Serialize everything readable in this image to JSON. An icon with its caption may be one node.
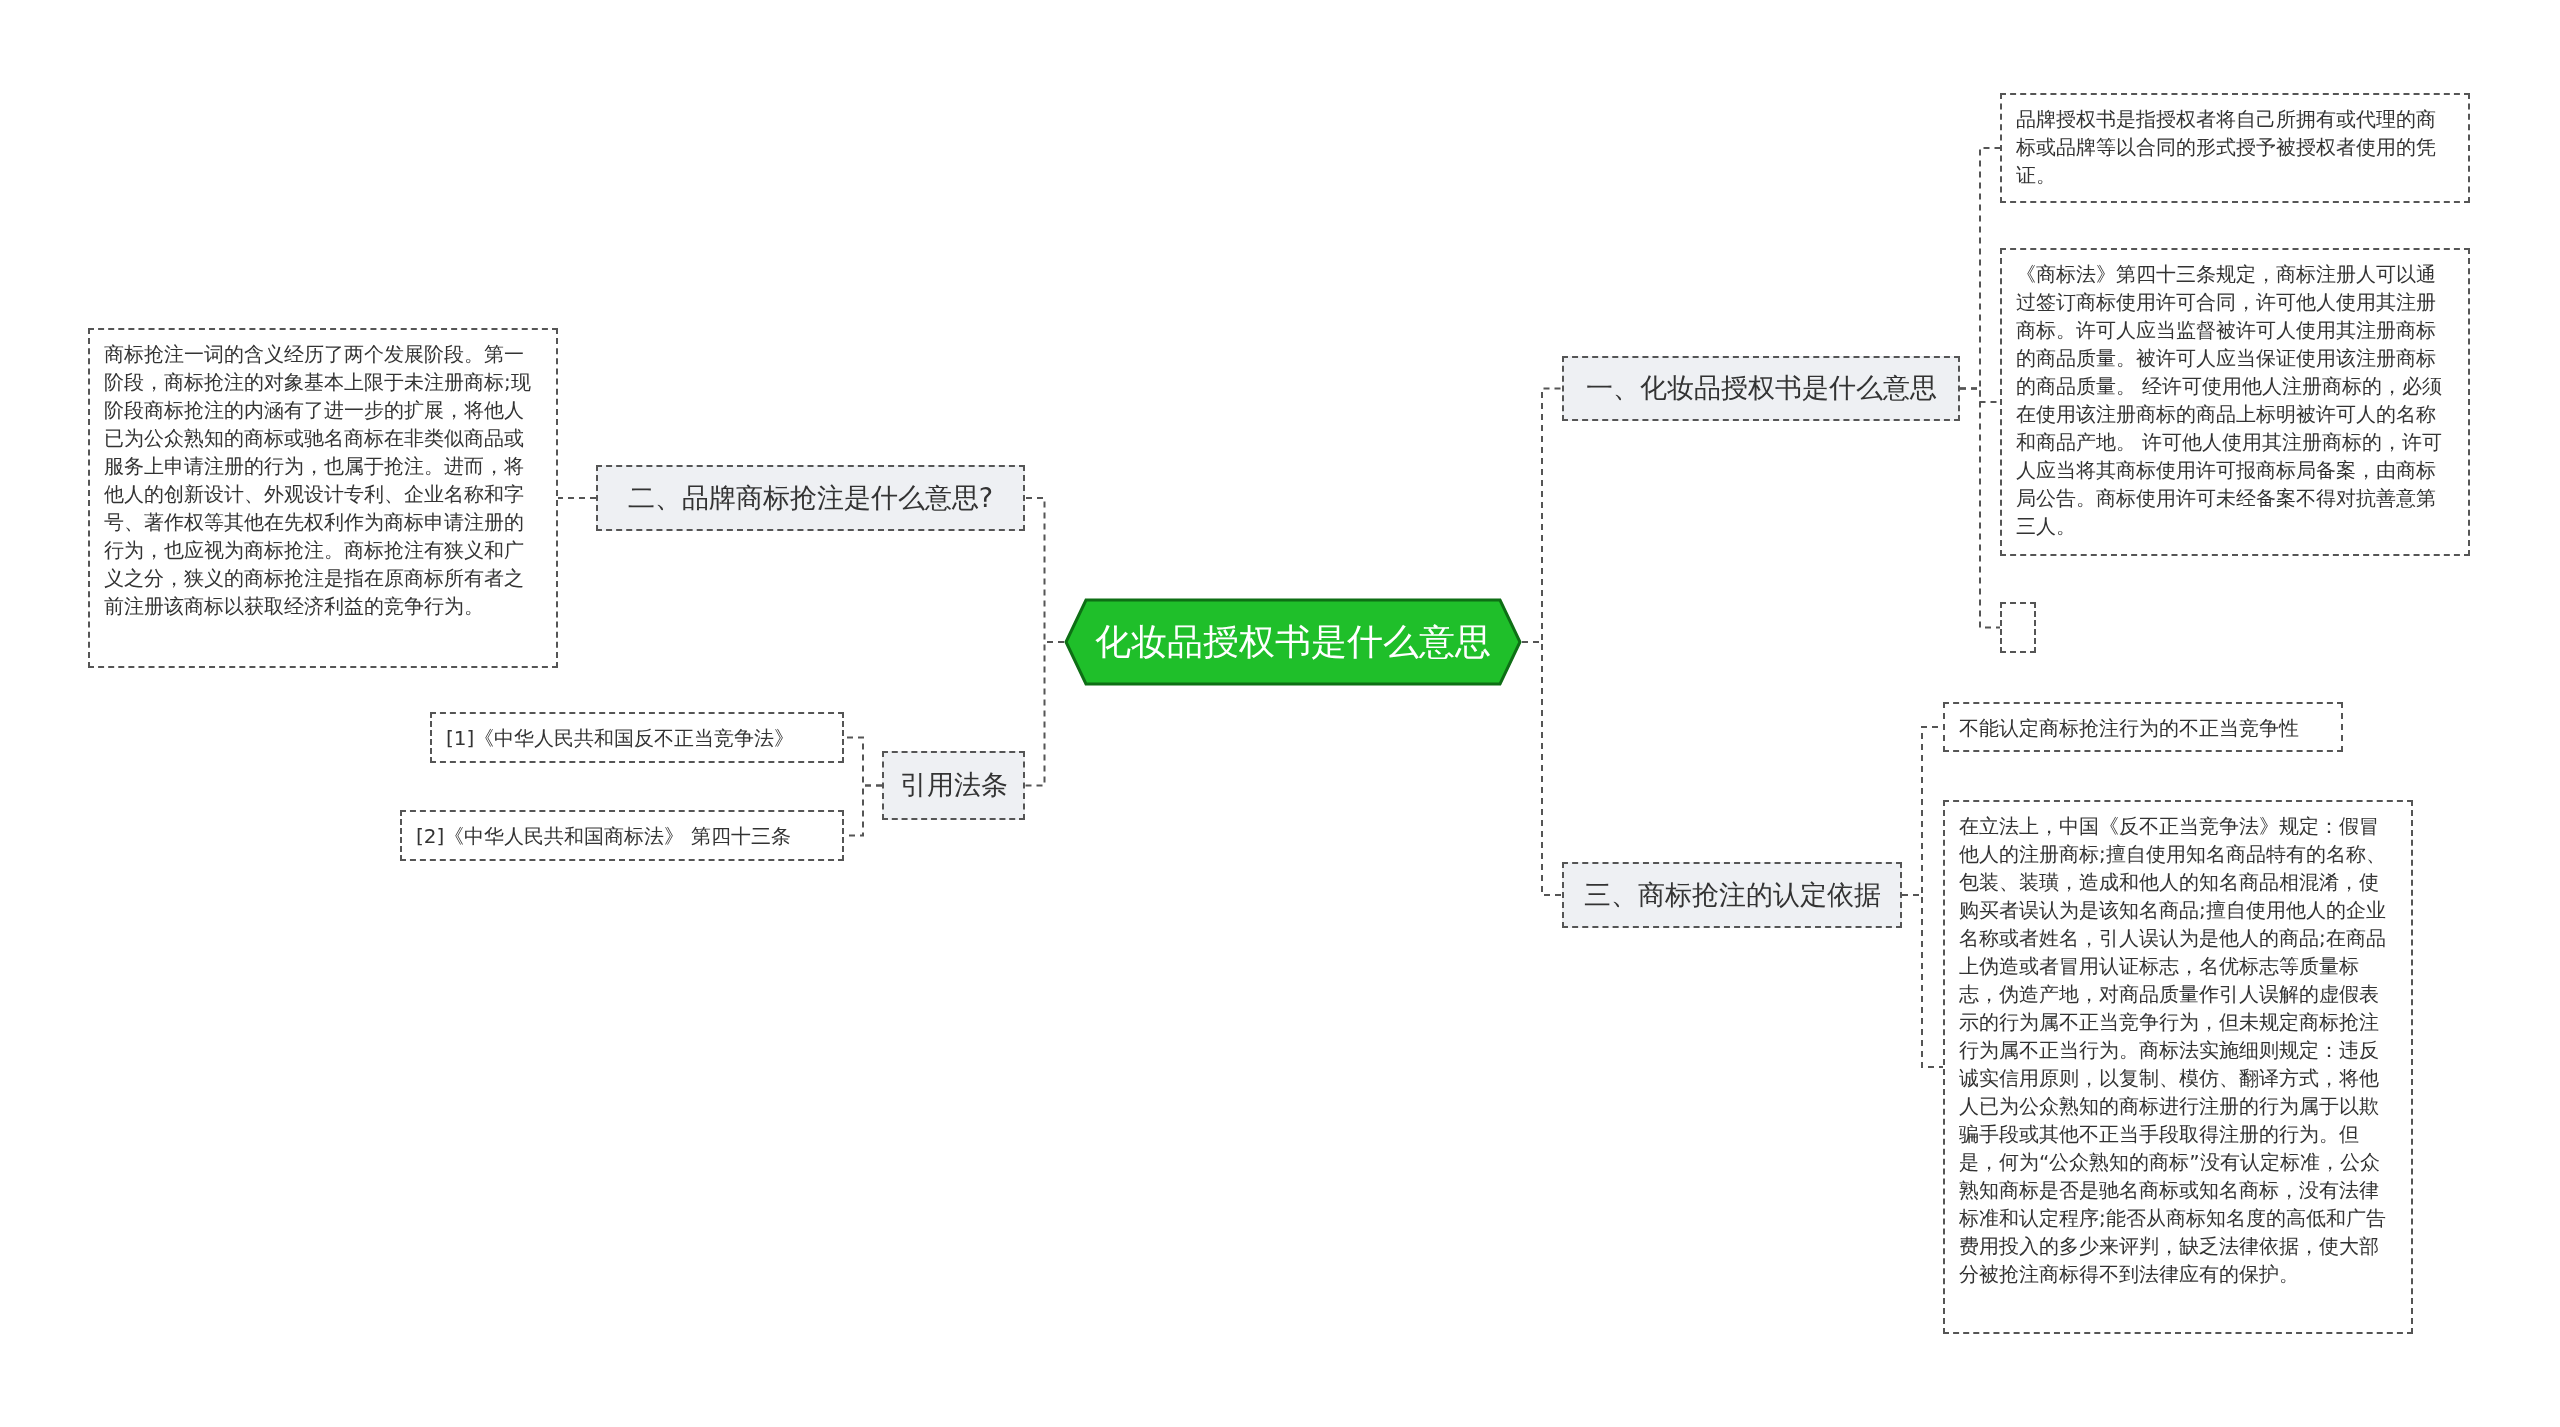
{
  "diagram": {
    "nodes": [
      {
        "text": [
          "化妆品授权书是什么意思"
        ]
      },
      {
        "text": [
          "二、品牌商标抢注是什么意思?"
        ]
      },
      {
        "text": [
          "商标抢注一词的含义经历了两个发展阶段。第一阶段，商标抢注的对象基本上限于未注册商标;现阶段商标抢注的内涵有了进一步的扩展，将他人已为公众熟知的商标或驰名商标在非类似商品或服务上申请注册的行为，也属于抢注。进而，将他人的创新设计、外观设计专利、企业名称和字号、著作权等其他在先权利作为商标申请注册的行为，也应视为商标抢注。商标抢注有狭义和广义之分，狭义的商标抢注是指在原商标所有者之前注册该商标以获取经济利益的竞争行为。"
        ]
      },
      {
        "text": [
          "引用法条"
        ]
      },
      {
        "text": [
          "[1]《中华人民共和国反不正当竞争法》"
        ]
      },
      {
        "text": [
          "[2]《中华人民共和国商标法》 第四十三条"
        ]
      },
      {
        "text": [
          "一、化妆品授权书是什么意思"
        ]
      },
      {
        "text": [
          "品牌授权书是指授权者将自己所拥有或代理的商标或品牌等以合同的形式授予被授权者使用的凭证。"
        ]
      },
      {
        "text": [
          "《商标法》第四十三条规定，商标注册人可以通过签订商标使用许可合同，许可他人使用其注册商标。许可人应当监督被许可人使用其注册商标的商品质量。被许可人应当保证使用该注册商标的商品质量。 经许可使用他人注册商标的，必须在使用该注册商标的商品上标明被许可人的名称和商品产地。 许可他人使用其注册商标的，许可人应当将其商标使用许可报商标局备案，由商标局公告。商标使用许可未经备案不得对抗善意第三人。"
        ]
      },
      {
        "text": [],
        "shape": "box"
      },
      {
        "text": [
          "三、商标抢注的认定依据"
        ]
      },
      {
        "text": [
          "不能认定商标抢注行为的不正当竞争性"
        ]
      },
      {
        "text": [
          "在立法上，中国《反不正当竞争法》规定：假冒他人的注册商标;擅自使用知名商品特有的名称、包装、装璜，造成和他人的知名商品相混淆，使购买者误认为是该知名商品;擅自使用他人的企业名称或者姓名，引人误认为是他人的商品;在商品上伪造或者冒用认证标志，名优标志等质量标志，伪造产地，对商品质量作引人误解的虚假表示的行为属不正当竞争行为，但未规定商标抢注行为属不正当行为。商标法实施细则规定：违反诚实信用原则，以复制、模仿、翻译方式，将他人已为公众熟知的商标进行注册的行为属于以欺骗手段或其他不正当手段取得注册的行为。但是，何为“公众熟知的商标”没有认定标准，公众熟知商标是否是驰名商标或知名商标，没有法律标准和认定程序;能否从商标知名度的高低和广告费用投入的多少来评判，缺乏法律依据，使大部分被抢注商标得不到法律应有的保护。"
        ]
      }
    ],
    "edges": [
      {
        "from": 0,
        "to": 1,
        "arrow": "none"
      },
      {
        "from": 1,
        "to": 2,
        "arrow": "none"
      },
      {
        "from": 0,
        "to": 3,
        "arrow": "none"
      },
      {
        "from": 3,
        "to": 4,
        "arrow": "none"
      },
      {
        "from": 3,
        "to": 5,
        "arrow": "none"
      },
      {
        "from": 0,
        "to": 6,
        "arrow": "none"
      },
      {
        "from": 6,
        "to": 7,
        "arrow": "none"
      },
      {
        "from": 6,
        "to": 8,
        "arrow": "none"
      },
      {
        "from": 6,
        "to": 9,
        "arrow": "none"
      },
      {
        "from": 0,
        "to": 10,
        "arrow": "none"
      },
      {
        "from": 10,
        "to": 11,
        "arrow": "none"
      },
      {
        "from": 10,
        "to": 12,
        "arrow": "none"
      }
    ]
  }
}
